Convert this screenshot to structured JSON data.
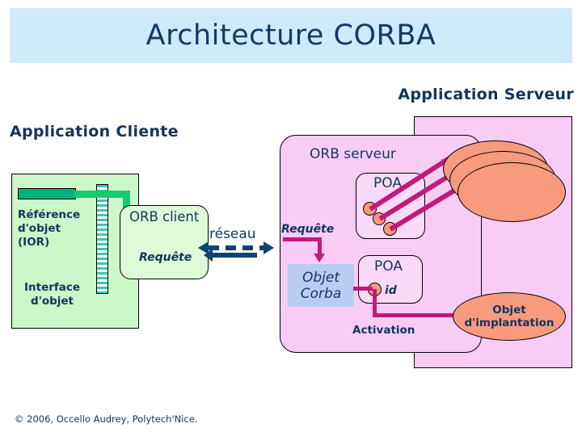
{
  "slide": {
    "title": "Architecture CORBA",
    "footer": "© 2006, Occello Audrey, Polytech'Nice."
  },
  "headings": {
    "client": "Application Cliente",
    "server": "Application Serveur"
  },
  "client_side": {
    "ior_label": "Référence\nd'objet\n(IOR)",
    "ior_line1": "Référence",
    "ior_line2": "d'objet",
    "ior_line3": "(IOR)",
    "interface_line1": "Interface",
    "interface_line2": "d'objet",
    "orb_label": "ORB client",
    "request_label": "Requête"
  },
  "network": {
    "label": "réseau"
  },
  "server_side": {
    "orb_label": "ORB serveur",
    "request_label": "Requête",
    "poa_upper_label": "POA",
    "poa_lower_label": "POA",
    "poa_id_label": "id",
    "activation_label": "Activation",
    "corba_object_line1": "Objet",
    "corba_object_line2": "Corba",
    "implementation_line1": "Objet",
    "implementation_line2": "d'implantation"
  },
  "colors": {
    "title_band": "#cfeafb",
    "title_text": "#123a63",
    "client_panel": "#ccf7c8",
    "server_panel": "#f9ccf6",
    "orb_client_fill": "#ddfbd7",
    "poa_fill": "#fbd9f8",
    "object_fill": "#f79a7e",
    "corba_object_fill": "#b9cdf0",
    "connector_green": "#15cc72",
    "connector_navy": "#11426e",
    "connector_magenta": "#c01a7a",
    "ior_bar": "#00b37c"
  }
}
